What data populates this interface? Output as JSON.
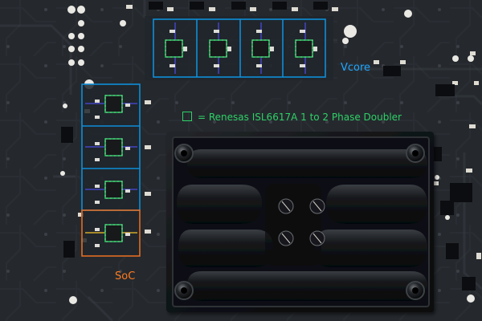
{
  "labels": {
    "vcore": "Vcore",
    "legend": "= Renesas ISL6617A 1 to 2 Phase Doubler",
    "soc": "SoC"
  },
  "colors": {
    "vcore_boxes": "#0e8ed8",
    "soc_box": "#e46d22",
    "doubler_marker": "#2ed166",
    "pcb": "#24282d",
    "bracket": "#111316"
  },
  "scene": {
    "vcore_doubler_count": 4,
    "soc_doubler_count": 1,
    "left_vcore_doubler_count": 3
  }
}
